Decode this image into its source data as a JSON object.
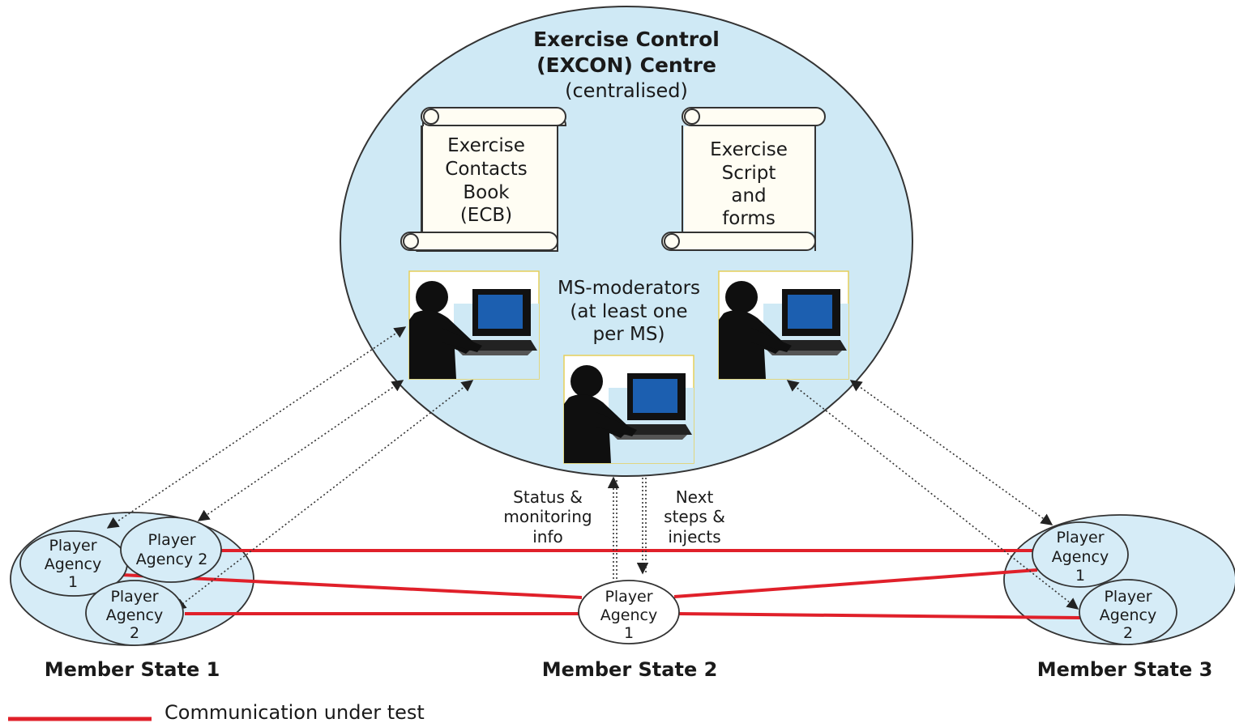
{
  "excon": {
    "title_line1": "Exercise Control",
    "title_line2": "(EXCON) Centre",
    "subtitle": "(centralised)"
  },
  "scrolls": [
    {
      "lines": [
        "Exercise",
        "Contacts",
        "Book",
        "(ECB)"
      ]
    },
    {
      "lines": [
        "Exercise",
        "Script",
        "and",
        "forms"
      ]
    }
  ],
  "moderators": {
    "lines": [
      "MS-moderators",
      "(at least one",
      "per MS)"
    ]
  },
  "flows": {
    "status": [
      "Status &",
      "monitoring",
      "info"
    ],
    "next": [
      "Next",
      "steps &",
      "injects"
    ]
  },
  "member_states": [
    {
      "label": "Member State 1",
      "agencies": [
        {
          "lines": [
            "Player",
            "Agency",
            "1"
          ]
        },
        {
          "lines": [
            "Player",
            "Agency 2"
          ]
        },
        {
          "lines": [
            "Player",
            "Agency",
            "2"
          ]
        }
      ]
    },
    {
      "label": "Member State 2",
      "agencies": [
        {
          "lines": [
            "Player",
            "Agency",
            "1"
          ]
        }
      ]
    },
    {
      "label": "Member State 3",
      "agencies": [
        {
          "lines": [
            "Player",
            "Agency",
            "1"
          ]
        },
        {
          "lines": [
            "Player",
            "Agency",
            "2"
          ]
        }
      ]
    }
  ],
  "legend": {
    "label": "Communication under test"
  },
  "colors": {
    "excon_fill": "#cfe9f5",
    "member_fill": "#d6ecf7",
    "red_line": "#e0202a",
    "monitor_blue": "#1c5fb0"
  }
}
